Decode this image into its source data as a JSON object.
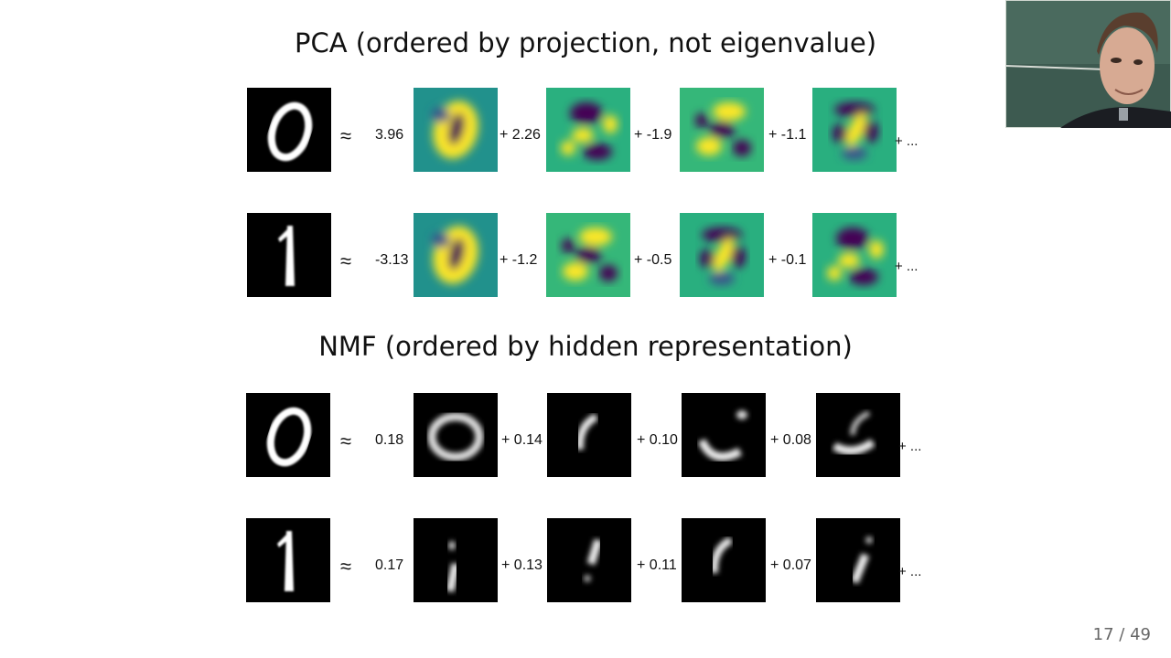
{
  "slide": {
    "pca_title": "PCA (ordered by projection, not eigenvalue)",
    "nmf_title": "NMF (ordered by hidden representation)",
    "approx_symbol": "≈",
    "trailing": "+ ...",
    "page_number": "17 / 49"
  },
  "pca_rows": [
    {
      "digit": "0",
      "first_coef": "3.96",
      "terms": [
        "+ 2.26",
        "+ -1.9",
        "+ -1.1"
      ]
    },
    {
      "digit": "1",
      "first_coef": "-3.13",
      "terms": [
        "+ -1.2",
        "+ -0.5",
        "+ -0.1"
      ]
    }
  ],
  "nmf_rows": [
    {
      "digit": "0",
      "first_coef": "0.18",
      "terms": [
        "+ 0.14",
        "+ 0.10",
        "+ 0.08"
      ]
    },
    {
      "digit": "1",
      "first_coef": "0.17",
      "terms": [
        "+ 0.13",
        "+ 0.11",
        "+ 0.07"
      ]
    }
  ],
  "colors": {
    "viridis_dark": "#440154",
    "viridis_mid": "#21918c",
    "viridis_yellow": "#fde725",
    "background": "#ffffff"
  }
}
